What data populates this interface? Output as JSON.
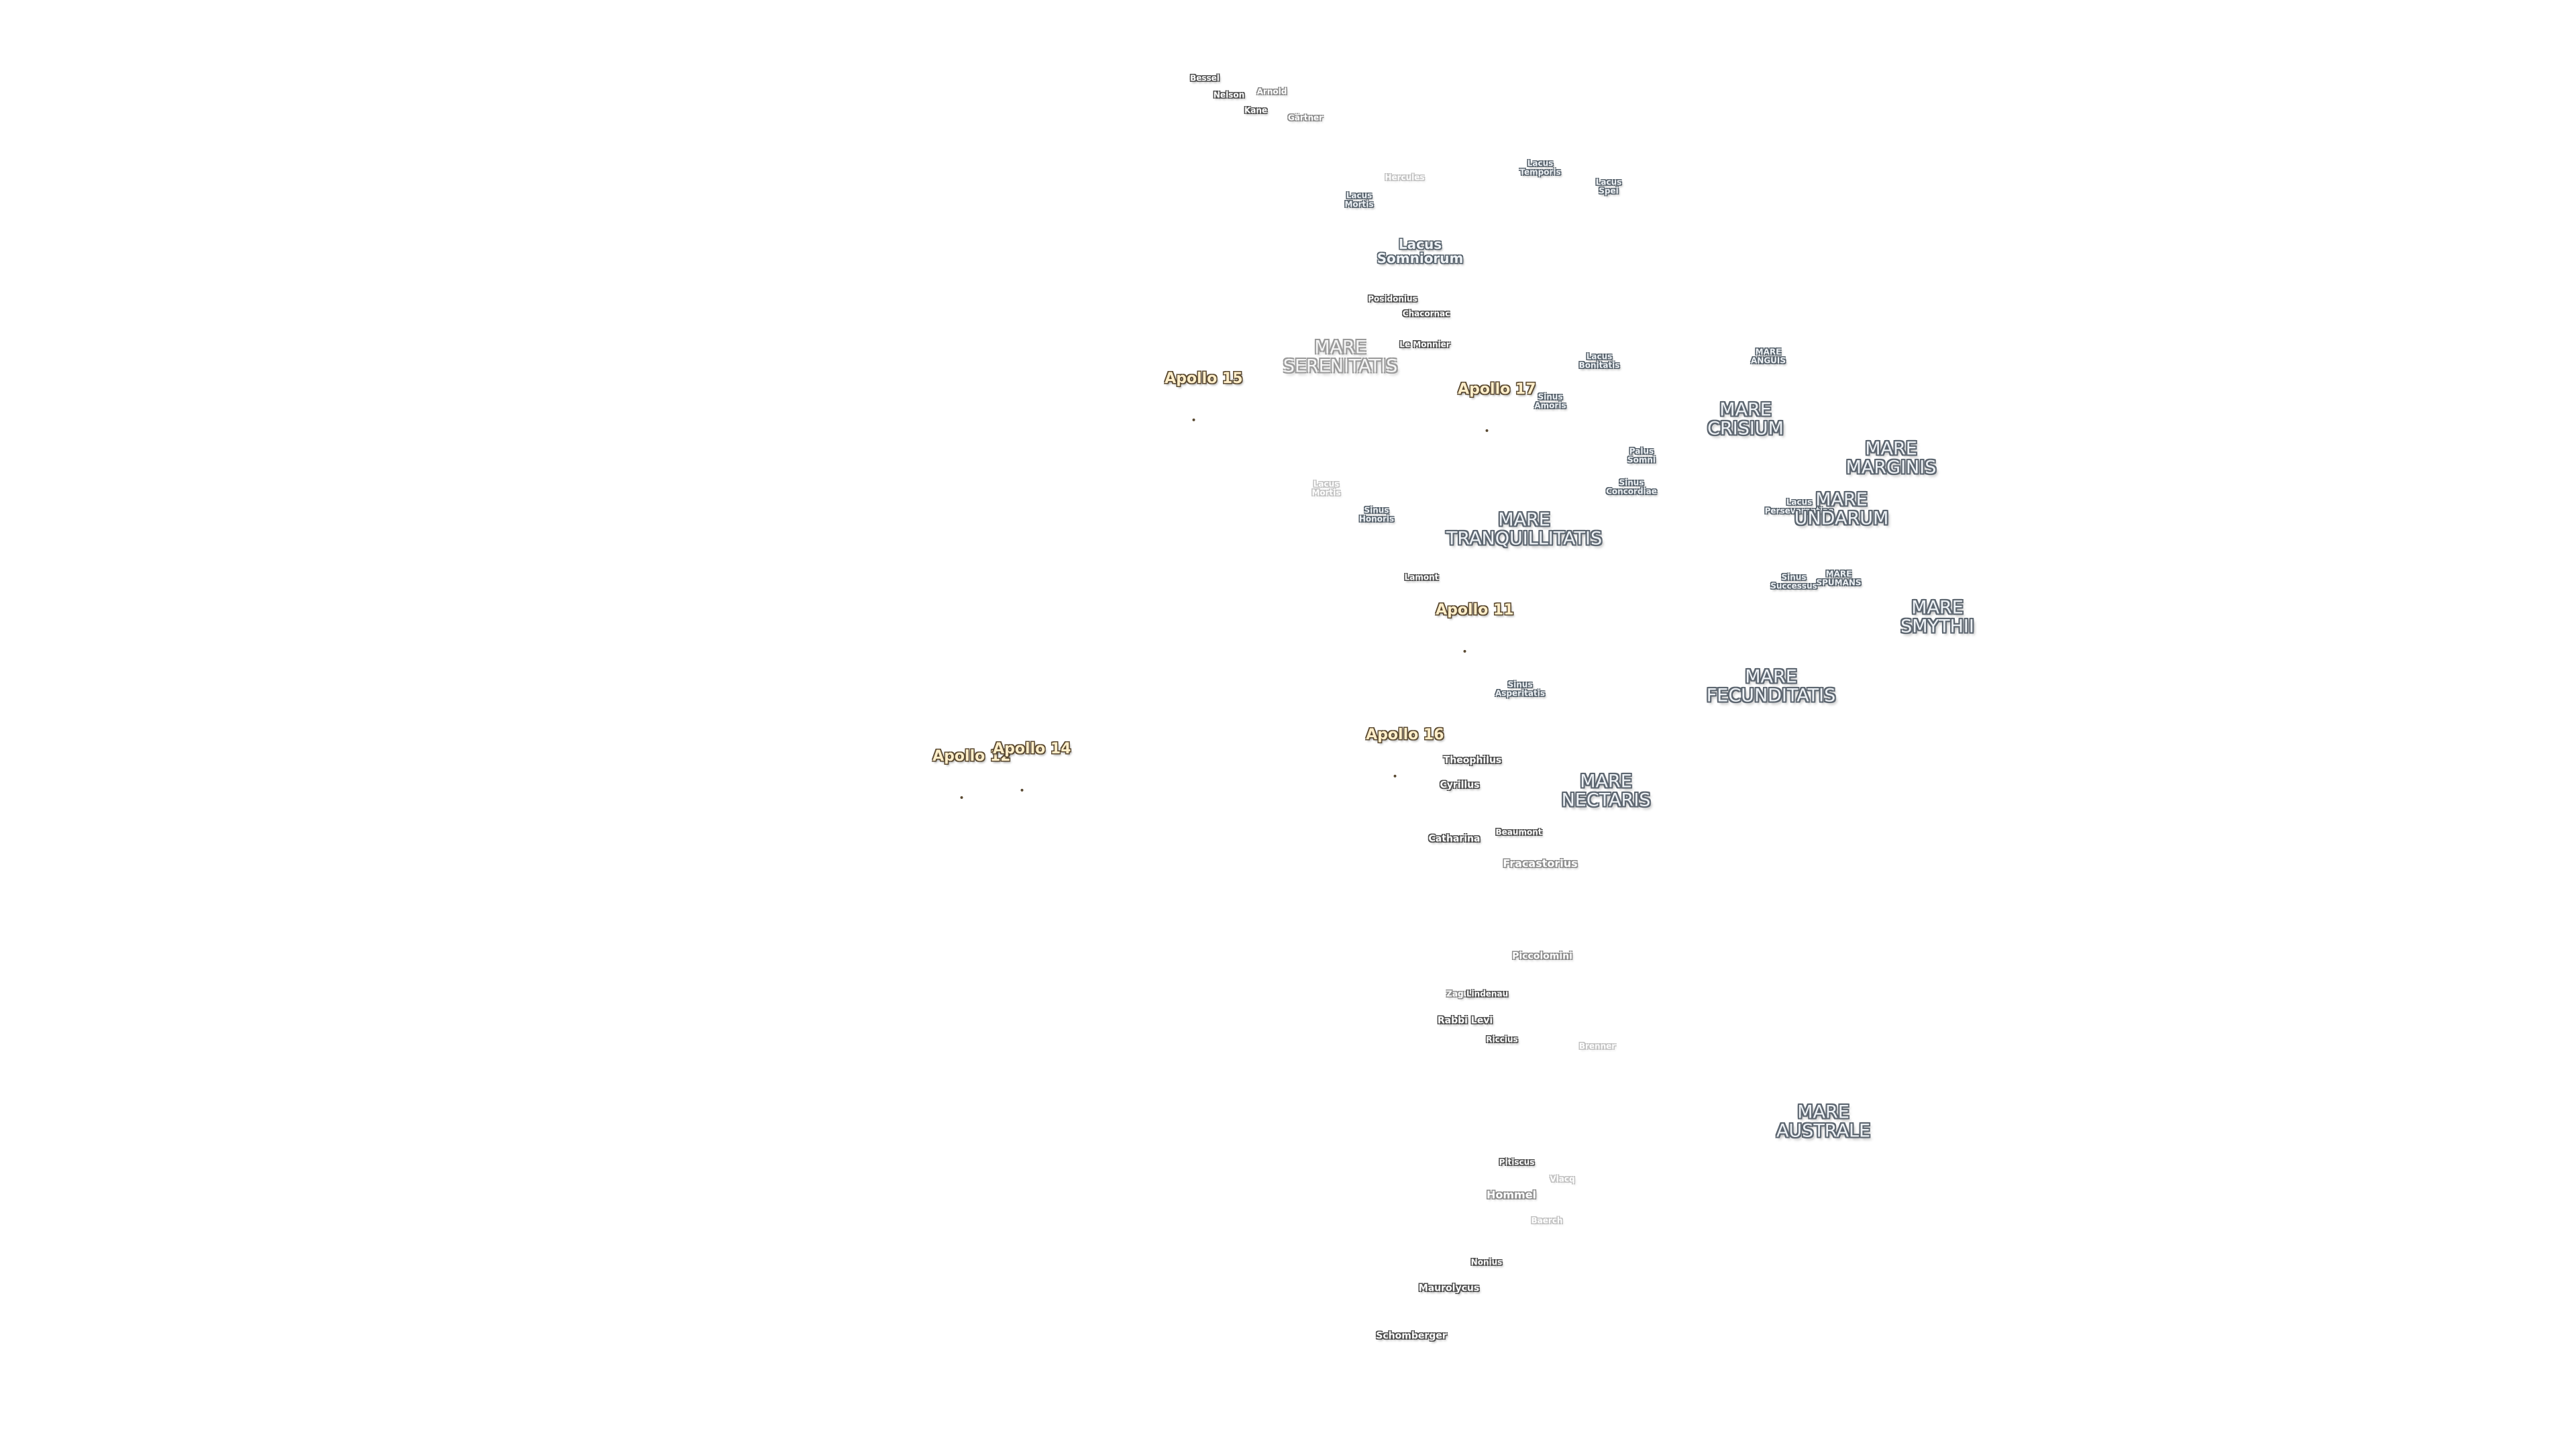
{
  "labels": {
    "bessel": "Bessel",
    "nelson": "Nelson",
    "kane": "Kane",
    "arnold": "Arnold",
    "gartner": "Gärtner",
    "hercules": "Hercules",
    "lacus_mortis": "Lacus\nMortis",
    "lacus_temporis": "Lacus\nTemporis",
    "lacus_spei": "Lacus\nSpei",
    "lacus_somniorum": "Lacus\nSomniorum",
    "posidonius": "Posidonius",
    "chacornac": "Chacornac",
    "le_monnier": "Le Monnier",
    "mare_serenitatis": "MARE\nSERENITATIS",
    "lacus_bonitatis": "Lacus\nBonitatis",
    "mare_anguis": "MARE\nANGUIS",
    "apollo_15": "Apollo 15",
    "apollo_17": "Apollo 17",
    "sinus_amoris": "Sinus\nAmoris",
    "mare_crisium": "MARE\nCRISIUM",
    "palus_somni": "Palus\nSomni",
    "mare_marginis": "MARE\nMARGINIS",
    "sinus_concordiae": "Sinus\nConcordiae",
    "lacus_mortis_faint": "Lacus\nMortis",
    "sinus_honoris": "Sinus\nHonoris",
    "mare_tranquillitatis": "MARE\nTRANQUILLITATIS",
    "lacus_perseverantiae": "Lacus\nPerseverantiae",
    "mare_undarum": "MARE\nUNDARUM",
    "lamont": "Lamont",
    "sinus_successus": "Sinus\nSuccessus",
    "mare_spumans": "MARE\nSPUMANS",
    "mare_smythii": "MARE\nSMYTHII",
    "apollo_11": "Apollo 11",
    "mare_fecunditatis": "MARE\nFECUNDITATIS",
    "sinus_asperitatis": "Sinus\nAsperitatis",
    "apollo_16": "Apollo 16",
    "apollo_12": "Apollo 12",
    "apollo_14": "Apollo 14",
    "theophilus": "Theophilus",
    "cyrillus": "Cyrillus",
    "mare_nectaris": "MARE\nNECTARIS",
    "beaumont": "Beaumont",
    "catharina": "Catharina",
    "fracastorius": "Fracastorius",
    "piccolomini": "Piccolomini",
    "zagut": "Zagut",
    "lindenau": "Lindenau",
    "rabbi_levi": "Rabbi Levi",
    "riccius": "Riccius",
    "brenner": "Brenner",
    "mare_australe": "MARE\nAUSTRALE",
    "pitiscus": "Pitiscus",
    "vlacq": "Vlacq",
    "hommel": "Hommel",
    "baerch": "Baerch",
    "nonius": "Nonius",
    "maurolycus": "Maurolycus",
    "schomberger": "Schomberger"
  }
}
